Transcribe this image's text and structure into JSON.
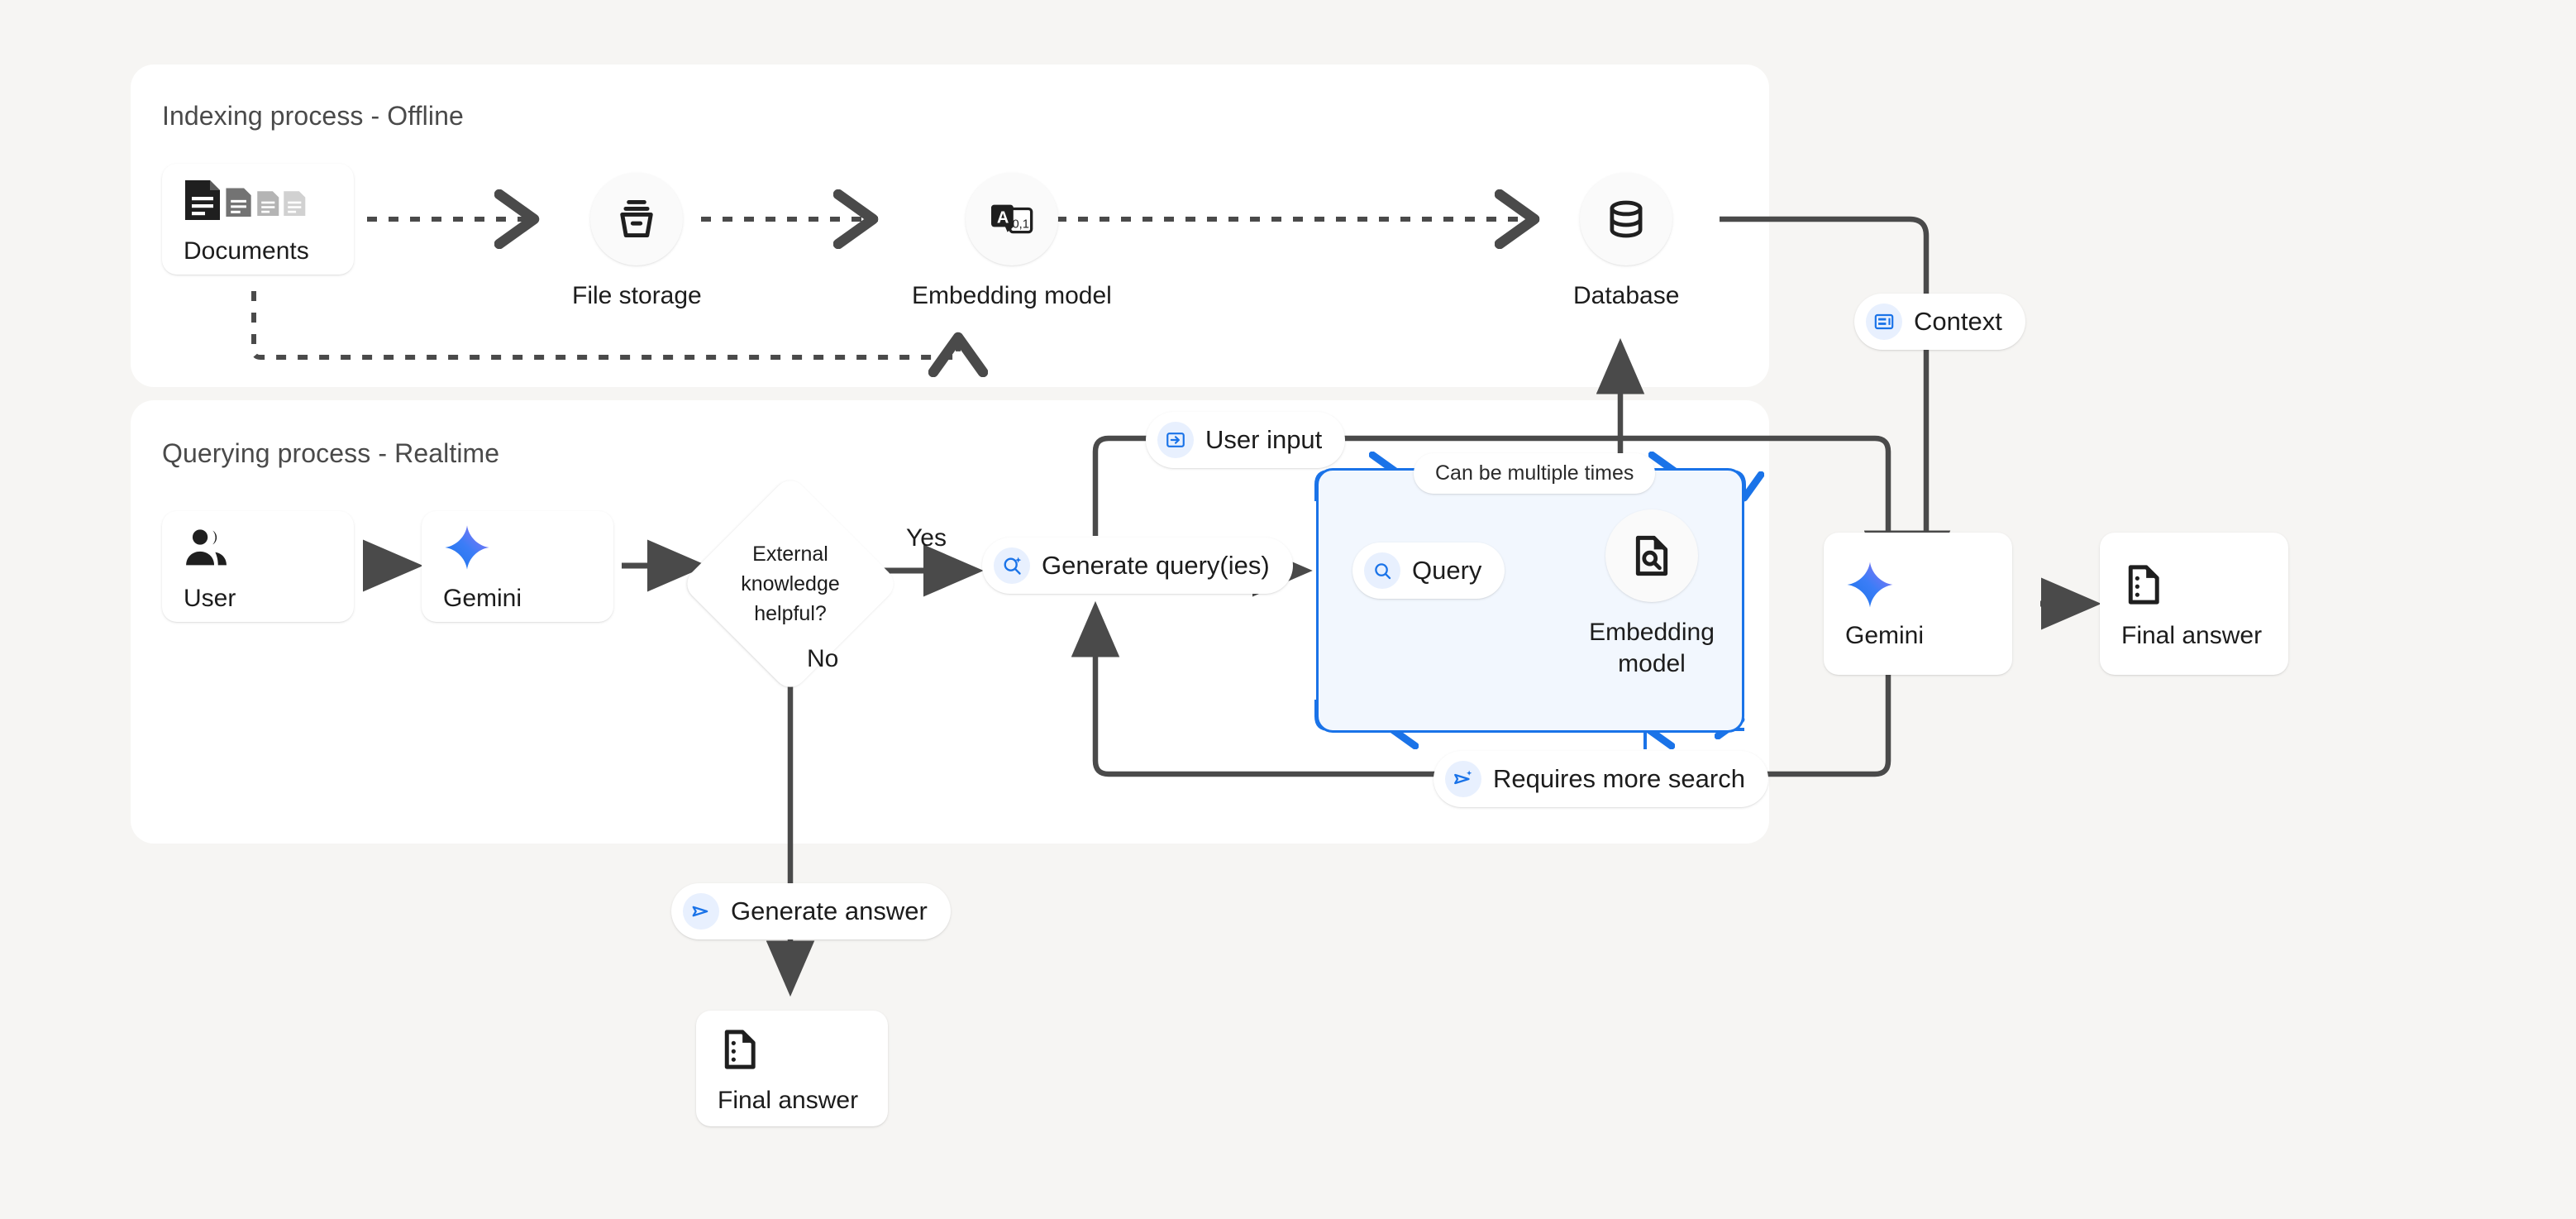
{
  "canvas": {
    "background": "#f6f5f3",
    "accent_blue": "#1a73e8",
    "line_color": "#4a4a4a"
  },
  "panels": {
    "indexing": {
      "title": "Indexing process - Offline"
    },
    "querying": {
      "title": "Querying process - Realtime"
    }
  },
  "indexing": {
    "nodes": [
      {
        "id": "documents",
        "label": "Documents",
        "icon": "documents-stack-icon",
        "type": "card"
      },
      {
        "id": "file-storage",
        "label": "File storage",
        "icon": "archive-box-icon",
        "type": "circle"
      },
      {
        "id": "embedding-model",
        "label": "Embedding model",
        "icon": "text-to-vector-icon",
        "type": "circle"
      },
      {
        "id": "database",
        "label": "Database",
        "icon": "database-cylinder-icon",
        "type": "circle"
      }
    ]
  },
  "querying": {
    "nodes": [
      {
        "id": "user",
        "label": "User",
        "icon": "people-icon",
        "type": "card"
      },
      {
        "id": "gemini-left",
        "label": "Gemini",
        "icon": "gemini-sparkle-icon",
        "type": "card"
      },
      {
        "id": "gemini-right",
        "label": "Gemini",
        "icon": "gemini-sparkle-icon",
        "type": "card"
      },
      {
        "id": "final-answer-right",
        "label": "Final answer",
        "icon": "answer-document-icon",
        "type": "card"
      },
      {
        "id": "final-answer-bottom",
        "label": "Final answer",
        "icon": "answer-document-icon",
        "type": "card"
      },
      {
        "id": "embedding-model-query",
        "label": "Embedding model",
        "icon": "document-search-icon",
        "type": "circle"
      }
    ],
    "decision": {
      "id": "external-knowledge",
      "text": "External knowledge helpful?"
    },
    "edge_labels": {
      "yes": "Yes",
      "no": "No"
    },
    "loop_box": {
      "note": "Can be multiple times"
    }
  },
  "pills": [
    {
      "id": "context",
      "label": "Context",
      "icon": "context-card-icon"
    },
    {
      "id": "user-input",
      "label": "User input",
      "icon": "input-arrow-icon"
    },
    {
      "id": "generate-queries",
      "label": "Generate query(ies)",
      "icon": "search-sparkle-icon"
    },
    {
      "id": "query",
      "label": "Query",
      "icon": "magnifier-icon"
    },
    {
      "id": "requires-more-search",
      "label": "Requires more search",
      "icon": "send-sparkle-icon"
    },
    {
      "id": "generate-answer",
      "label": "Generate answer",
      "icon": "send-triangle-icon"
    },
    {
      "id": "can-be-multiple",
      "label": "Can be multiple times",
      "icon": "none"
    }
  ]
}
